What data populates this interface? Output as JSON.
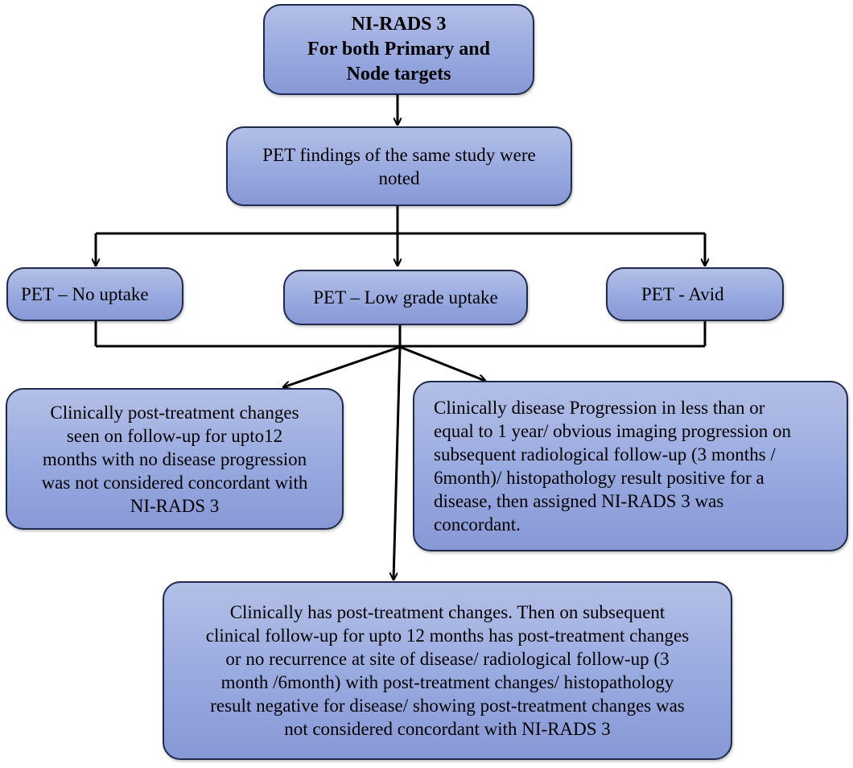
{
  "diagram": {
    "root": {
      "lines": [
        "NI-RADS 3",
        "For both Primary and",
        "Node targets"
      ]
    },
    "pet_findings": {
      "lines": [
        "PET findings of the same study were",
        "noted"
      ]
    },
    "pet_no_uptake": {
      "lines": [
        "PET – No uptake"
      ]
    },
    "pet_low_grade": {
      "lines": [
        "PET – Low grade uptake"
      ]
    },
    "pet_avid": {
      "lines": [
        "PET - Avid"
      ]
    },
    "outcome_not_concordant_left": {
      "lines": [
        "Clinically post-treatment changes",
        "seen on follow-up for upto12",
        "months with no disease progression",
        "was not considered concordant with",
        "NI-RADS 3"
      ]
    },
    "outcome_concordant": {
      "lines": [
        "Clinically disease Progression in less than or",
        "equal to 1 year/ obvious imaging progression on",
        "subsequent radiological follow-up (3 months /",
        "6month)/ histopathology result positive for a",
        "disease, then assigned NI-RADS 3 was",
        "concordant."
      ]
    },
    "outcome_not_concordant_bottom": {
      "lines": [
        "Clinically has post-treatment changes. Then on subsequent",
        "clinical follow-up for upto 12 months has post-treatment changes",
        "or no recurrence at site of disease/ radiological follow-up (3",
        "month /6month) with post-treatment changes/ histopathology",
        "result negative for disease/ showing post-treatment changes was",
        "not considered concordant with NI-RADS 3"
      ]
    }
  }
}
